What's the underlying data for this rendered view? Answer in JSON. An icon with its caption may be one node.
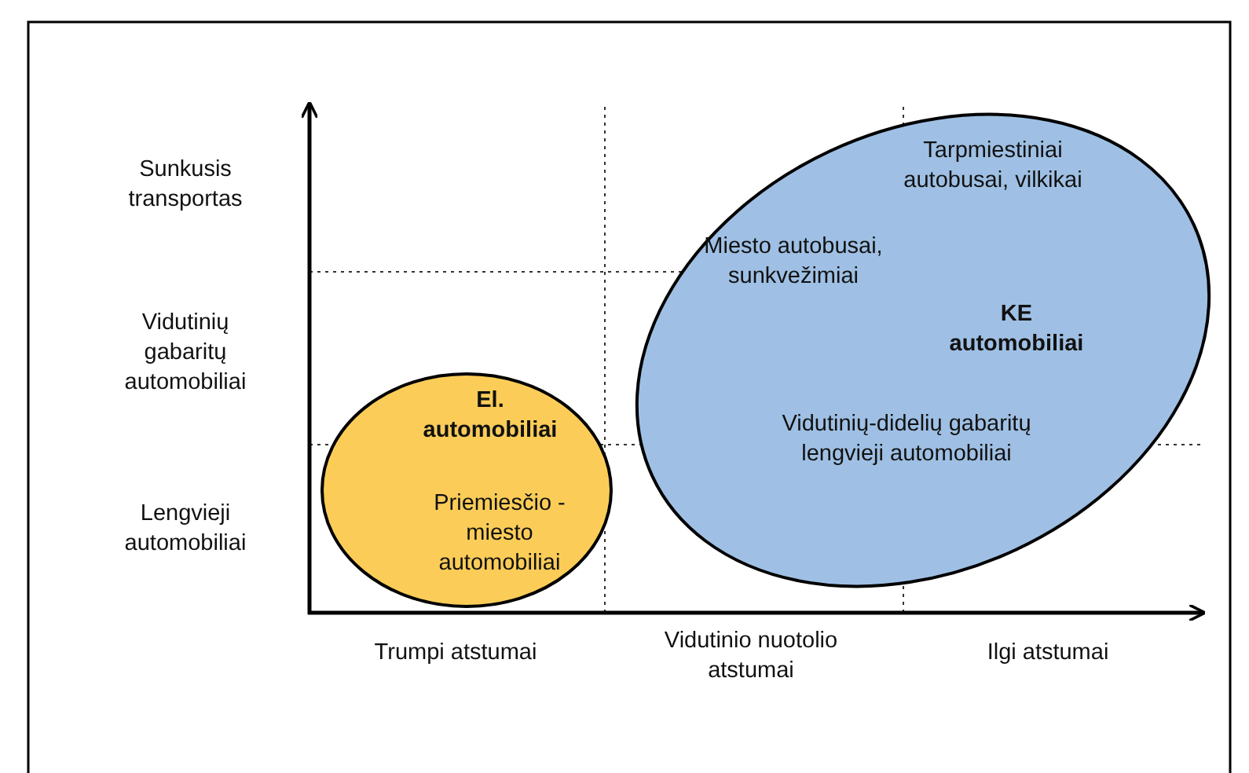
{
  "diagram": {
    "nodes": [
      {
        "text": [
          "El. automobiliai",
          "Priemiesčio - miesto automobiliai"
        ]
      },
      {
        "text": [
          "Tarpmiestiniai autobusai, vilkikai",
          "Miesto autobusai, sunkvežimiai",
          "KE automobiliai",
          "Vidutinių-didelių gabaritų lengvieji automobiliai"
        ]
      }
    ],
    "labels": [
      "Sunkusis transportas",
      "Vidutinių gabaritų automobiliai",
      "Lengvieji automobiliai",
      "Trumpi atstumai",
      "Vidutinio nuotolio atstumai",
      "Ilgi atstumai"
    ]
  }
}
